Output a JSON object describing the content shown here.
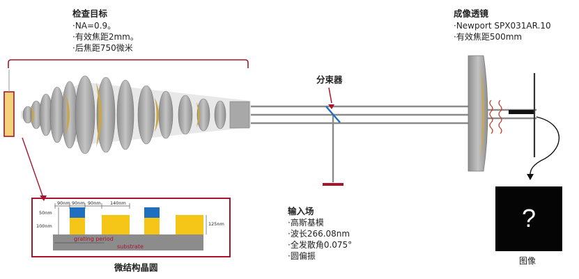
{
  "objective": {
    "title": "检查目标",
    "lines": [
      "·NA=0.9。",
      "·有效焦距2mm。",
      "·后焦距750微米"
    ]
  },
  "imaging_lens": {
    "title": "成像透镜",
    "lines": [
      "·Newport SPX031AR.10",
      "·有效焦距500mm"
    ]
  },
  "beam_splitter": {
    "label": "分束器"
  },
  "input_field": {
    "title": "输入场",
    "lines": [
      "·高斯基模",
      "·波长266.08nm",
      "·全发散角0.075°",
      "·圆偏振"
    ]
  },
  "wafer": {
    "caption": "微结构晶圆",
    "dims": [
      "90nm",
      "90nm",
      "90nm",
      "140nm"
    ],
    "height_labels": [
      "50nm",
      "100nm",
      "125nm"
    ],
    "grating_period_label": "grating period",
    "substrate_label": "substrate"
  },
  "image": {
    "symbol": "?",
    "caption": "图像"
  },
  "colors": {
    "accent_red": "#a8142c",
    "lens_gray": "#9a9a9a",
    "lens_gold": "#c9a64a",
    "feature_yellow": "#f5c518",
    "feature_blue": "#1f6fc0",
    "substrate_gray": "#8c8c8c"
  }
}
